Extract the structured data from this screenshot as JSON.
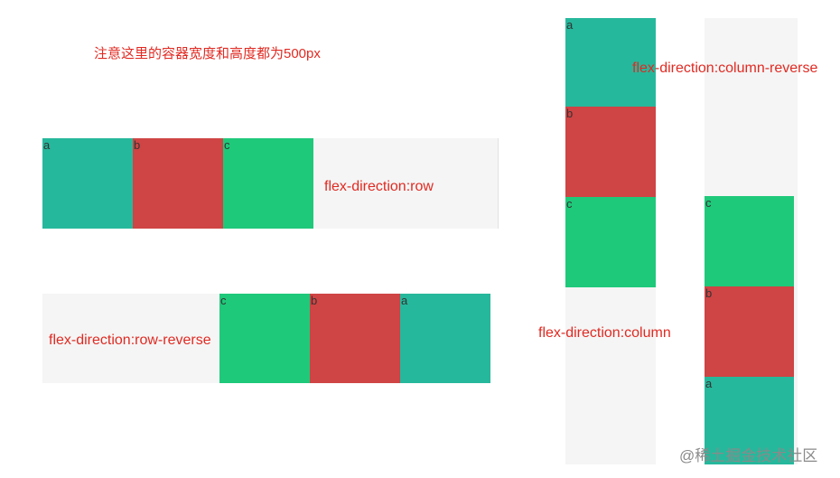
{
  "note": "注意这里的容器宽度和高度都为500px",
  "colors": {
    "a": "#26b89c",
    "b": "#cf4444",
    "c": "#1fc97a",
    "container": "#f5f5f5",
    "caption": "#e02a22"
  },
  "panels": {
    "row": {
      "caption": "flex-direction:row",
      "items": [
        "a",
        "b",
        "c"
      ]
    },
    "row_reverse": {
      "caption": "flex-direction:row-reverse",
      "items": [
        "c",
        "b",
        "a"
      ]
    },
    "column": {
      "caption": "flex-direction:column",
      "items": [
        "a",
        "b",
        "c"
      ]
    },
    "column_reverse": {
      "caption": "flex-direction:column-reverse",
      "items": [
        "c",
        "b",
        "a"
      ]
    }
  },
  "watermark": "@稀土掘金技术社区"
}
